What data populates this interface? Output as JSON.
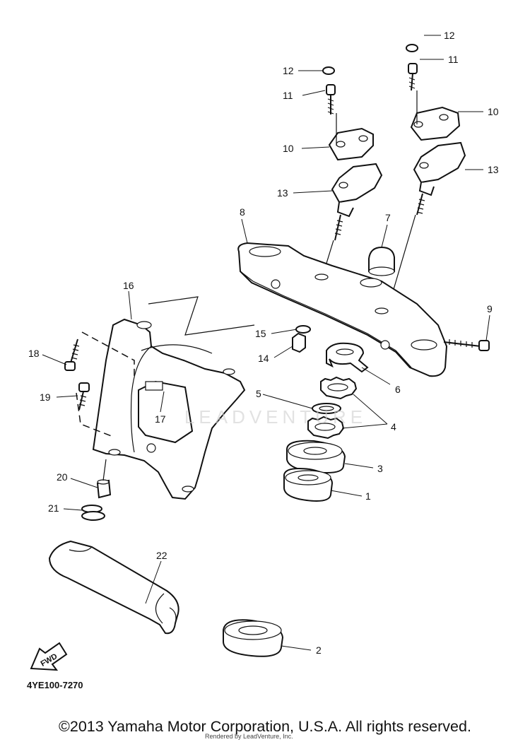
{
  "diagram": {
    "reference_code": "4YE100-7270",
    "fwd_label": "FWD",
    "watermark": "LEADVENTURE",
    "copyright": "©2013 Yamaha Motor Corporation, U.S.A. All rights reserved.",
    "rendered_by": "Rendered by LeadVenture, Inc."
  },
  "callouts": [
    {
      "id": "c12a",
      "text": "12"
    },
    {
      "id": "c12b",
      "text": "12"
    },
    {
      "id": "c11a",
      "text": "11"
    },
    {
      "id": "c11b",
      "text": "11"
    },
    {
      "id": "c10a",
      "text": "10"
    },
    {
      "id": "c10b",
      "text": "10"
    },
    {
      "id": "c13a",
      "text": "13"
    },
    {
      "id": "c13b",
      "text": "13"
    },
    {
      "id": "c8",
      "text": "8"
    },
    {
      "id": "c7",
      "text": "7"
    },
    {
      "id": "c9",
      "text": "9"
    },
    {
      "id": "c16",
      "text": "16"
    },
    {
      "id": "c15",
      "text": "15"
    },
    {
      "id": "c14",
      "text": "14"
    },
    {
      "id": "c18",
      "text": "18"
    },
    {
      "id": "c19",
      "text": "19"
    },
    {
      "id": "c17",
      "text": "17"
    },
    {
      "id": "c6",
      "text": "6"
    },
    {
      "id": "c5",
      "text": "5"
    },
    {
      "id": "c4",
      "text": "4"
    },
    {
      "id": "c3",
      "text": "3"
    },
    {
      "id": "c20",
      "text": "20"
    },
    {
      "id": "c1",
      "text": "1"
    },
    {
      "id": "c21",
      "text": "21"
    },
    {
      "id": "c22",
      "text": "22"
    },
    {
      "id": "c2",
      "text": "2"
    }
  ]
}
